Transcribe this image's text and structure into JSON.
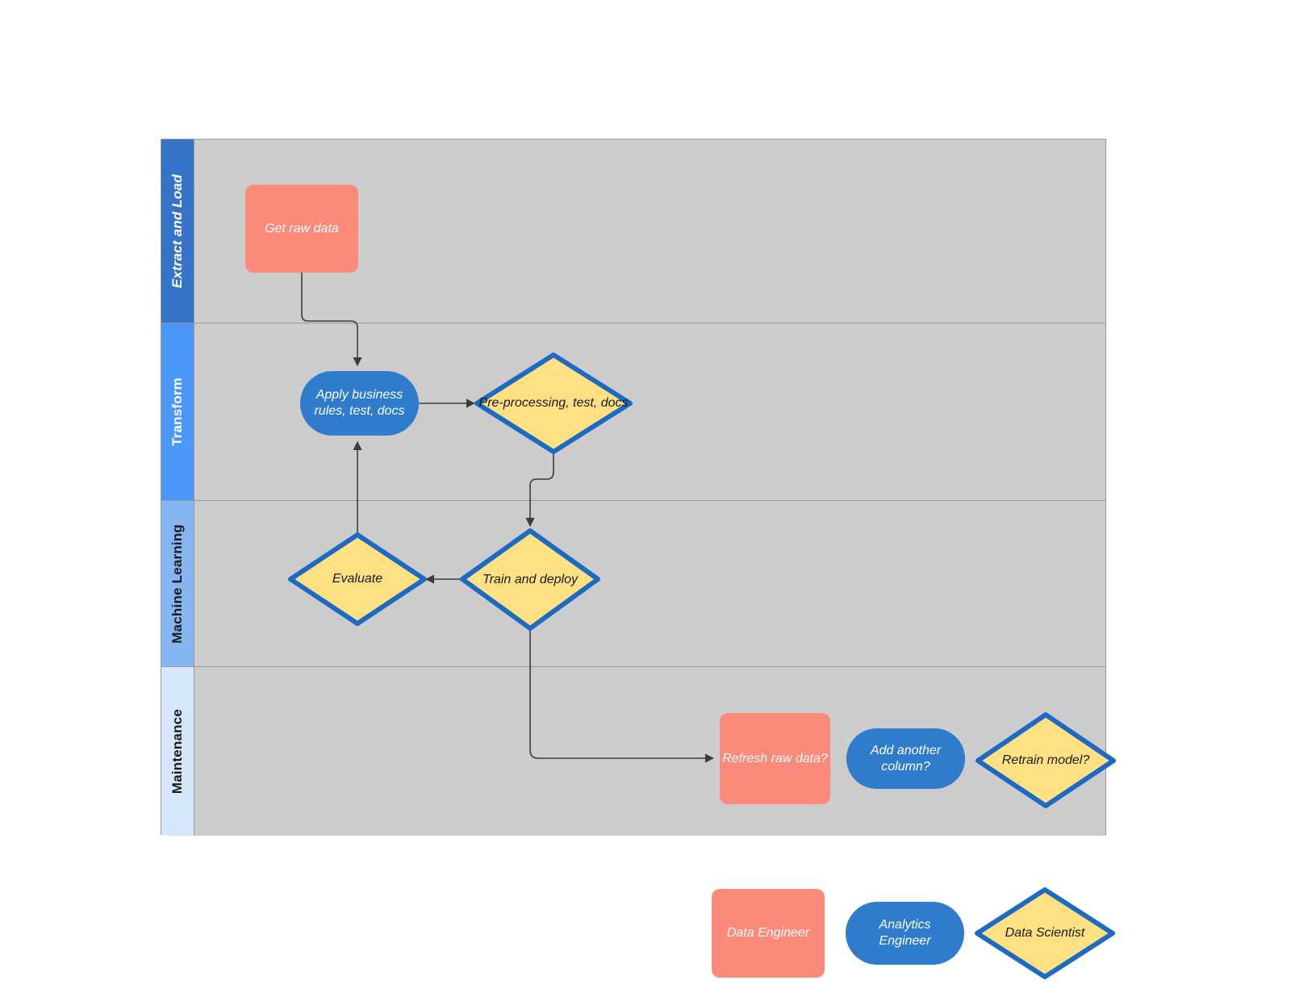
{
  "diagram": {
    "title": "Analytics and ML workflow swimlane",
    "type": "swimlane-flowchart",
    "colors": {
      "lane_fill": "#cccccc",
      "lane_border": "#9a9a9a",
      "data_engineer": "#fc8a7b",
      "analytics_engineer": "#2f7ccc",
      "data_scientist_fill": "#ffe082",
      "data_scientist_border": "#1b6ac4",
      "connector": "#3c3c3c"
    }
  },
  "lanes": [
    {
      "id": "extract-and-load",
      "label": "Extract and Load",
      "header_fill": "#3574c8",
      "header_text": "#ffffff",
      "italic": true
    },
    {
      "id": "transform",
      "label": "Transform",
      "header_fill": "#4a97f7",
      "header_text": "#ffffff",
      "italic": false
    },
    {
      "id": "machine-learning",
      "label": "Machine Learning",
      "header_fill": "#85b6f2",
      "header_text": "#1a1a1a",
      "italic": false
    },
    {
      "id": "maintenance",
      "label": "Maintenance",
      "header_fill": "#d6e6fb",
      "header_text": "#1a1a1a",
      "italic": false
    }
  ],
  "nodes": {
    "get_raw_data": {
      "label": "Get raw data",
      "shape": "rect",
      "role": "Data Engineer",
      "lane": "Extract and Load"
    },
    "apply_business_rules": {
      "label": "Apply business rules, test, docs",
      "shape": "pill",
      "role": "Analytics Engineer",
      "lane": "Transform"
    },
    "pre_processing": {
      "label": "Pre-processing, test, docs",
      "shape": "diamond",
      "role": "Data Scientist",
      "lane": "Transform"
    },
    "evaluate": {
      "label": "Evaluate",
      "shape": "diamond",
      "role": "Data Scientist",
      "lane": "Machine Learning"
    },
    "train_and_deploy": {
      "label": "Train and deploy",
      "shape": "diamond",
      "role": "Data Scientist",
      "lane": "Machine Learning"
    },
    "refresh_raw_data": {
      "label": "Refresh raw data?",
      "shape": "rect",
      "role": "Data Engineer",
      "lane": "Maintenance"
    },
    "add_another_column": {
      "label": "Add another column?",
      "shape": "pill",
      "role": "Analytics Engineer",
      "lane": "Maintenance"
    },
    "retrain_model": {
      "label": "Retrain model?",
      "shape": "diamond",
      "role": "Data Scientist",
      "lane": "Maintenance"
    }
  },
  "legend": {
    "items": [
      {
        "id": "data-engineer",
        "label": "Data Engineer",
        "shape": "rect"
      },
      {
        "id": "analytics-engineer",
        "label": "Analytics Engineer",
        "shape": "pill"
      },
      {
        "id": "data-scientist",
        "label": "Data Scientist",
        "shape": "diamond"
      }
    ]
  },
  "edges": [
    {
      "from": "get_raw_data",
      "to": "apply_business_rules",
      "label": ""
    },
    {
      "from": "apply_business_rules",
      "to": "pre_processing",
      "label": ""
    },
    {
      "from": "pre_processing",
      "to": "train_and_deploy",
      "label": ""
    },
    {
      "from": "train_and_deploy",
      "to": "evaluate",
      "label": ""
    },
    {
      "from": "evaluate",
      "to": "apply_business_rules",
      "label": ""
    },
    {
      "from": "train_and_deploy",
      "to": "refresh_raw_data",
      "label": ""
    }
  ]
}
